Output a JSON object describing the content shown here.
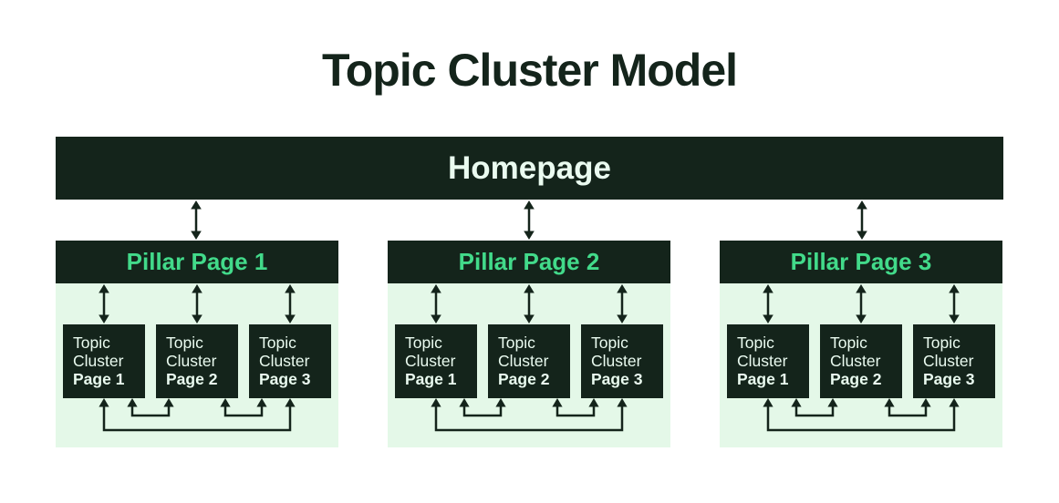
{
  "title": "Topic Cluster Model",
  "homepage": {
    "label": "Homepage"
  },
  "pillars": [
    {
      "title": "Pillar Page 1",
      "boxes": [
        {
          "line1": "Topic",
          "line2": "Cluster",
          "line3": "Page 1"
        },
        {
          "line1": "Topic",
          "line2": "Cluster",
          "line3": "Page 2"
        },
        {
          "line1": "Topic",
          "line2": "Cluster",
          "line3": "Page 3"
        }
      ]
    },
    {
      "title": "Pillar Page 2",
      "boxes": [
        {
          "line1": "Topic",
          "line2": "Cluster",
          "line3": "Page 1"
        },
        {
          "line1": "Topic",
          "line2": "Cluster",
          "line3": "Page 2"
        },
        {
          "line1": "Topic",
          "line2": "Cluster",
          "line3": "Page 3"
        }
      ]
    },
    {
      "title": "Pillar Page 3",
      "boxes": [
        {
          "line1": "Topic",
          "line2": "Cluster",
          "line3": "Page 1"
        },
        {
          "line1": "Topic",
          "line2": "Cluster",
          "line3": "Page 2"
        },
        {
          "line1": "Topic",
          "line2": "Cluster",
          "line3": "Page 3"
        }
      ]
    }
  ],
  "icons": {
    "vertical_link": "double-arrow-icon",
    "cluster_link": "u-connector-icon"
  },
  "colors": {
    "dark": "#14241b",
    "accent_green": "#42da8a",
    "light_green_bg": "#e4f8e8",
    "light_text": "#eafbf0",
    "page_bg": "#ffffff"
  }
}
